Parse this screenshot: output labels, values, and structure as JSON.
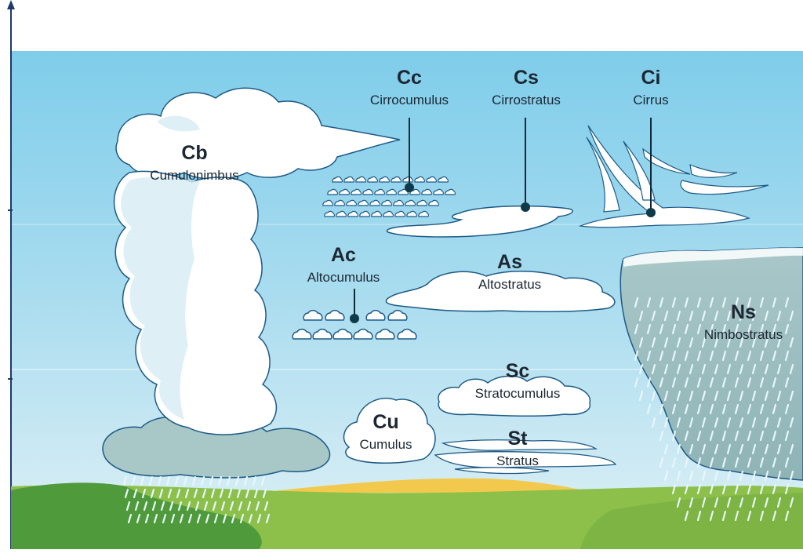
{
  "colors": {
    "sky_top": "#7ecbe8",
    "sky_bottom": "#cde8f2",
    "cloud_white": "#ffffff",
    "cloud_shade": "#d6ecf4",
    "cloud_outline": "#1d5a86",
    "nimbostratus_fill": "#9bbdc0",
    "cb_base": "#a8c7c7",
    "ground_green": "#8cc04a",
    "ground_dark": "#4f9a3a",
    "sand": "#f2c94c",
    "rain": "#dff3fa",
    "axis": "#1d3a6a"
  },
  "clouds": {
    "cb": {
      "abbr": "Cb",
      "name": "Cumulonimbus"
    },
    "cc": {
      "abbr": "Cc",
      "name": "Cirrocumulus"
    },
    "cs": {
      "abbr": "Cs",
      "name": "Cirrostratus"
    },
    "ci": {
      "abbr": "Ci",
      "name": "Cirrus"
    },
    "ac": {
      "abbr": "Ac",
      "name": "Altocumulus"
    },
    "as": {
      "abbr": "As",
      "name": "Altostratus"
    },
    "ns": {
      "abbr": "Ns",
      "name": "Nimbostratus"
    },
    "sc": {
      "abbr": "Sc",
      "name": "Stratocumulus"
    },
    "cu": {
      "abbr": "Cu",
      "name": "Cumulus"
    },
    "st": {
      "abbr": "St",
      "name": "Stratus"
    }
  }
}
